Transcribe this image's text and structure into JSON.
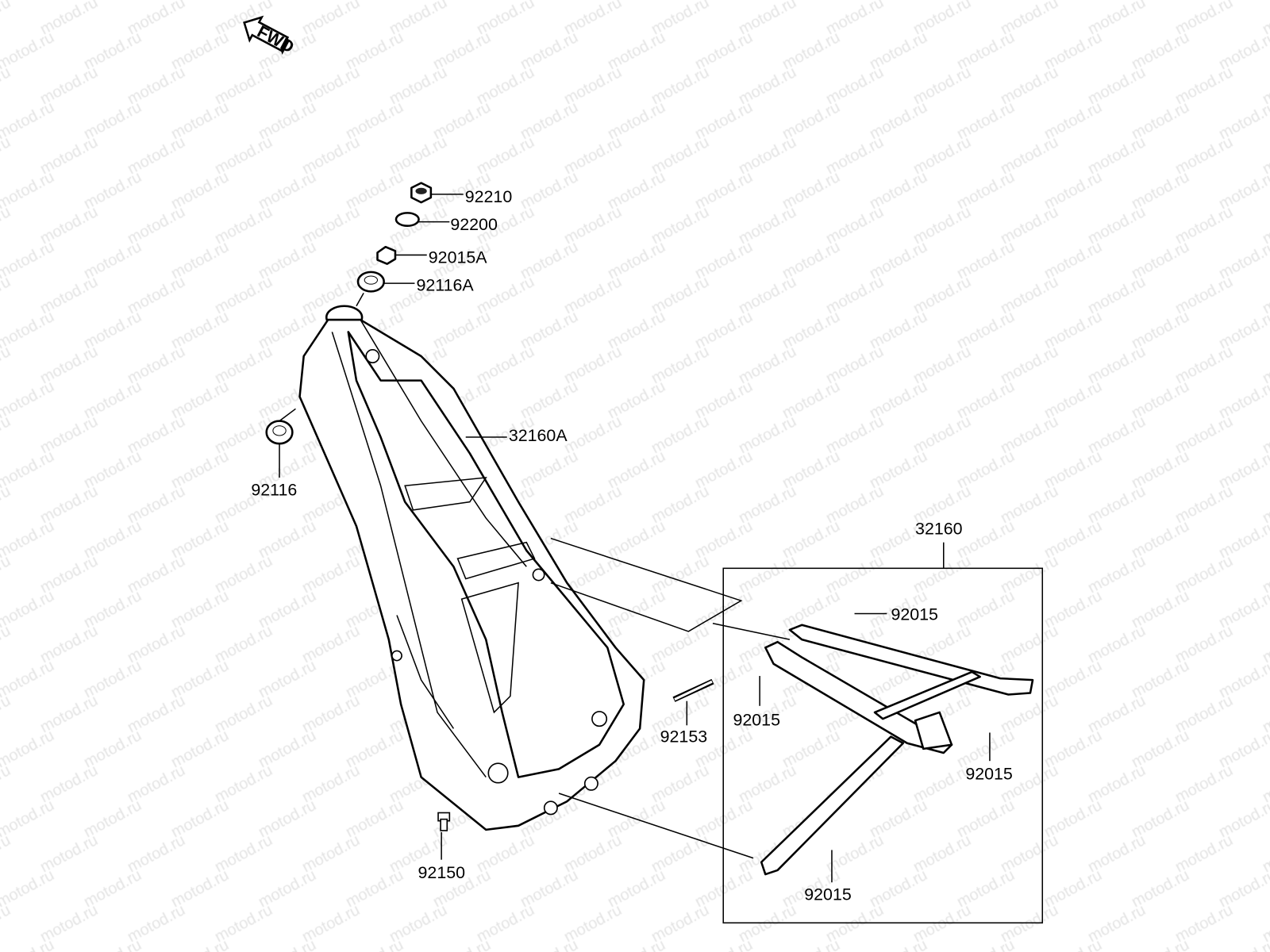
{
  "watermark": "motod.ru",
  "fwd_badge": "FWD",
  "callouts": {
    "nut_top": "92210",
    "washer": "92200",
    "nut_a": "92015A",
    "bearing_upper": "92116A",
    "frame_main": "32160A",
    "bearing_lower": "92116",
    "subframe": "32160",
    "bolt_sub_top": "92015",
    "bolt_sub_left": "92015",
    "bolt_sub_right": "92015",
    "bolt_sub_bottom": "92015",
    "long_bolt": "92153",
    "plug_bolt": "92150"
  }
}
